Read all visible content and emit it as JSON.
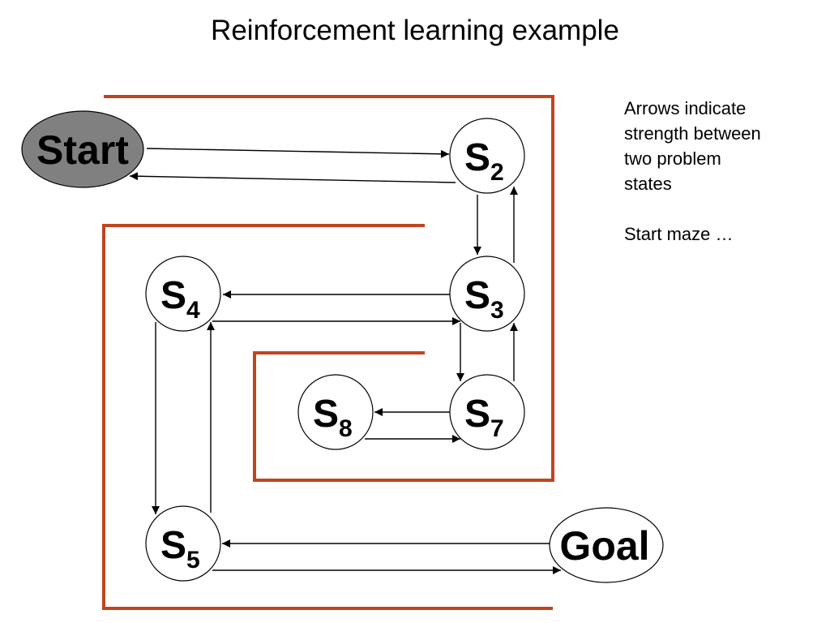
{
  "title": "Reinforcement learning example",
  "notes": {
    "line1": "Arrows indicate",
    "line2": "strength between",
    "line3": "two problem",
    "line4": "states",
    "line5": "Start maze …"
  },
  "colors": {
    "wall": "#c0451f",
    "start_fill": "#808080",
    "node_fill": "#ffffff",
    "stroke": "#000000"
  },
  "nodes": {
    "start": {
      "label": "Start",
      "sub": ""
    },
    "s2": {
      "label": "S",
      "sub": "2"
    },
    "s3": {
      "label": "S",
      "sub": "3"
    },
    "s4": {
      "label": "S",
      "sub": "4"
    },
    "s5": {
      "label": "S",
      "sub": "5"
    },
    "s7": {
      "label": "S",
      "sub": "7"
    },
    "s8": {
      "label": "S",
      "sub": "8"
    },
    "goal": {
      "label": "Goal",
      "sub": ""
    }
  },
  "edges": [
    {
      "from": "start",
      "to": "s2"
    },
    {
      "from": "s2",
      "to": "start"
    },
    {
      "from": "s2",
      "to": "s3"
    },
    {
      "from": "s3",
      "to": "s2"
    },
    {
      "from": "s3",
      "to": "s4"
    },
    {
      "from": "s4",
      "to": "s3"
    },
    {
      "from": "s3",
      "to": "s7"
    },
    {
      "from": "s7",
      "to": "s3"
    },
    {
      "from": "s7",
      "to": "s8"
    },
    {
      "from": "s8",
      "to": "s7"
    },
    {
      "from": "s4",
      "to": "s5"
    },
    {
      "from": "s5",
      "to": "s4"
    },
    {
      "from": "goal",
      "to": "s5"
    },
    {
      "from": "s5",
      "to": "goal"
    }
  ]
}
